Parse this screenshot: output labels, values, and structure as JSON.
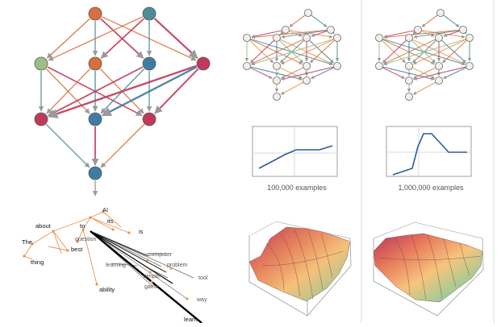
{
  "figure": {
    "captions": [
      "100,000 examples",
      "1,000,000 examples"
    ]
  },
  "colors": {
    "orange": "#d86f3e",
    "teal": "#4c8c97",
    "green": "#9fbd86",
    "magenta": "#c23b64",
    "steel_blue": "#3f7ca3",
    "crimson": "#c0395a",
    "arrow_grey": "#9a9a9a",
    "small_node_fill": "#f3f0ec",
    "plot_line": "#2a5b9c",
    "word_orange": "#e8944f"
  },
  "word_graph": {
    "words": {
      "ai": "AI",
      "its": "its",
      "about": "about",
      "to": "to",
      "is": "is",
      "question": "question",
      "the": "The",
      "best": "best",
      "thing": "thing",
      "computer": "computer",
      "problem": "problem",
      "learning": "learning",
      "tool": "tool",
      "simple": "simple",
      "game": "game",
      "ability": "ability",
      "way": "way",
      "learn": "learn"
    }
  }
}
